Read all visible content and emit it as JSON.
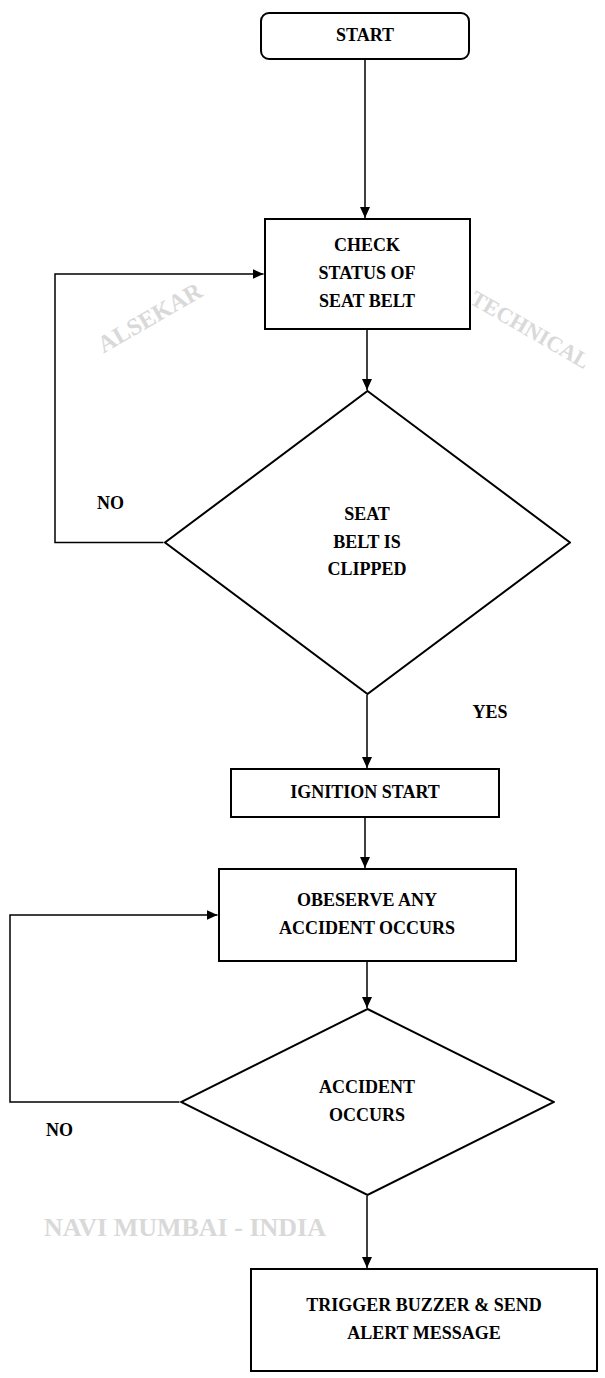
{
  "diagram": {
    "nodes": [
      {
        "text": [
          "START"
        ]
      },
      {
        "text": [
          "CHECK STATUS OF SEAT BELT"
        ]
      },
      {
        "text": [
          "SEAT BELT IS CLIPPED"
        ]
      },
      {
        "text": [
          "IGNITION START"
        ]
      },
      {
        "text": [
          "OBESERVE ANY ACCIDENT OCCURS"
        ]
      },
      {
        "text": [
          "ACCIDENT OCCURS"
        ]
      },
      {
        "text": [
          "TRIGGER BUZZER & SEND ALERT MESSAGE"
        ]
      }
    ],
    "edges": [
      {
        "from": 0,
        "to": 1,
        "arrow": "to"
      },
      {
        "from": 1,
        "to": 2,
        "arrow": "to"
      },
      {
        "from": 2,
        "to": 1,
        "label": "NO",
        "arrow": "to"
      },
      {
        "from": 2,
        "to": 3,
        "label": "YES",
        "arrow": "to"
      },
      {
        "from": 3,
        "to": 4,
        "arrow": "to"
      },
      {
        "from": 4,
        "to": 5,
        "arrow": "to"
      },
      {
        "from": 5,
        "to": 4,
        "label": "NO",
        "arrow": "to"
      },
      {
        "from": 5,
        "to": 6,
        "arrow": "to"
      }
    ],
    "labels": [
      "ALSEKAR",
      "TECHNICAL",
      "NAVI MUMBAI - INDIA"
    ]
  }
}
